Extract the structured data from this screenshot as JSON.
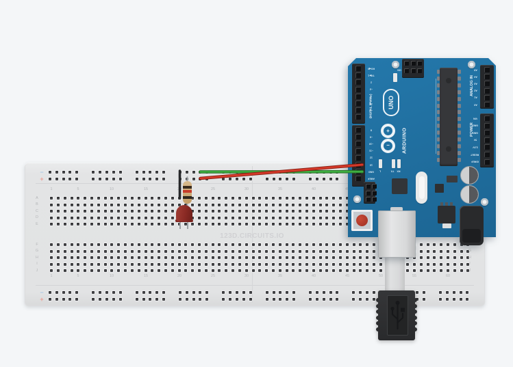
{
  "watermark": "123D.CIRCUITS.IO",
  "breadboard": {
    "row_letters": [
      "A",
      "B",
      "C",
      "D",
      "E",
      "F",
      "G",
      "H",
      "I",
      "J"
    ],
    "column_numbers": [
      "1",
      "5",
      "10",
      "15",
      "20",
      "25",
      "30",
      "35",
      "40",
      "45",
      "50",
      "55",
      "60"
    ],
    "rail_minus": "−",
    "rail_plus": "+"
  },
  "arduino": {
    "digital_section_label": "DIGITAL (PWM~)",
    "digital_pins_top": [
      "RX◀0",
      "TX▶1",
      "2",
      "~3",
      "4",
      "~5",
      "~6",
      "7"
    ],
    "digital_pins_bottom": [
      "8",
      "~9",
      "~10",
      "~11",
      "12",
      "13",
      "GND",
      "AREF"
    ],
    "logo_model": "UNO",
    "logo_brand": "ARDUINO",
    "logo_plus": "+",
    "logo_minus": "−",
    "led_on_label": "ON",
    "led_l_label": "L",
    "led_tx_label": "TX",
    "led_rx_label": "RX",
    "analog_section_label": "ANALOG IN",
    "analog_pins": [
      "A5",
      "A4",
      "A3",
      "A2",
      "A1",
      "A0"
    ],
    "power_section_label": "POWER",
    "power_pins": [
      "VIN",
      "GND",
      "GND",
      "5V",
      "3.3V",
      "RESET",
      "IOREF"
    ]
  },
  "colors": {
    "background": "#f4f6f8",
    "breadboard": "#e3e4e5",
    "board_blue": "#1f6f9f",
    "wire_red": "#d63a2a",
    "wire_green": "#3fae41",
    "jumper_black": "#27282a",
    "led_red": "#8b2a24",
    "resistor_body": "#c9a977"
  }
}
